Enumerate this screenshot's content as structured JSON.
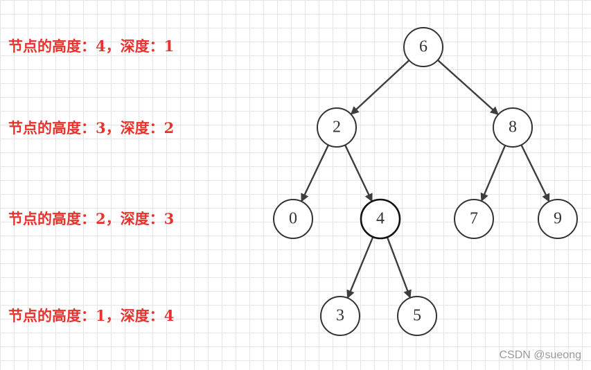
{
  "level_labels": [
    "节点的高度：4，深度：1",
    "节点的高度：3，深度：2",
    "节点的高度：2，深度：3",
    "节点的高度：1，深度：4"
  ],
  "tree": {
    "nodes": [
      {
        "id": "n6",
        "label": "6"
      },
      {
        "id": "n2",
        "label": "2"
      },
      {
        "id": "n8",
        "label": "8"
      },
      {
        "id": "n0",
        "label": "0"
      },
      {
        "id": "n4",
        "label": "4",
        "emphasized": true
      },
      {
        "id": "n7",
        "label": "7"
      },
      {
        "id": "n9",
        "label": "9"
      },
      {
        "id": "n3",
        "label": "3"
      },
      {
        "id": "n5",
        "label": "5"
      }
    ],
    "edges": [
      [
        "n6",
        "n2"
      ],
      [
        "n6",
        "n8"
      ],
      [
        "n2",
        "n0"
      ],
      [
        "n2",
        "n4"
      ],
      [
        "n8",
        "n7"
      ],
      [
        "n8",
        "n9"
      ],
      [
        "n4",
        "n3"
      ],
      [
        "n4",
        "n5"
      ]
    ]
  },
  "colors": {
    "label": "#e8322e",
    "node_stroke": "#333333",
    "edge": "#3d3d3d",
    "grid": "#e6e6e6"
  },
  "watermark": "CSDN @sueong"
}
